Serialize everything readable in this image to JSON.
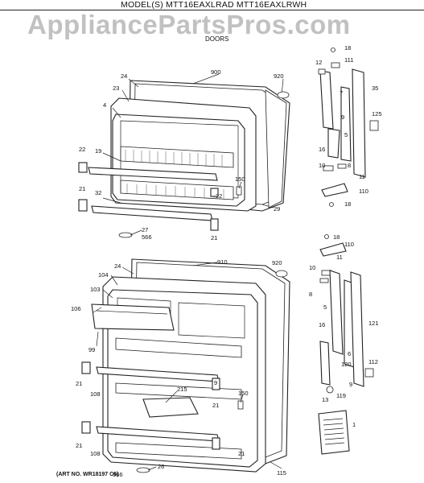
{
  "header": {
    "model_line": "MODEL(S) MTT16EAXLRAD  MTT16EAXLRWH",
    "watermark": "AppliancePartsPros.com",
    "section_title": "DOORS",
    "art_number": "(ART NO. WR18197 C6)"
  },
  "callouts": {
    "freezer_door": [
      "900",
      "920",
      "24",
      "23",
      "4",
      "22",
      "19",
      "21",
      "32",
      "150",
      "22",
      "29",
      "27",
      "566",
      "21"
    ],
    "freezer_hinge": [
      "18",
      "12",
      "111",
      "7",
      "35",
      "9",
      "125",
      "16",
      "5",
      "8",
      "10",
      "11",
      "110",
      "18"
    ],
    "fresh_food_door": [
      "910",
      "920",
      "24",
      "104",
      "103",
      "106",
      "99",
      "21",
      "108",
      "215",
      "9",
      "150",
      "21",
      "21",
      "108",
      "21",
      "115",
      "26",
      "566"
    ],
    "fresh_food_hinge": [
      "18",
      "110",
      "11",
      "10",
      "8",
      "5",
      "16",
      "6",
      "121",
      "120",
      "9",
      "112",
      "13",
      "119",
      "1"
    ]
  }
}
